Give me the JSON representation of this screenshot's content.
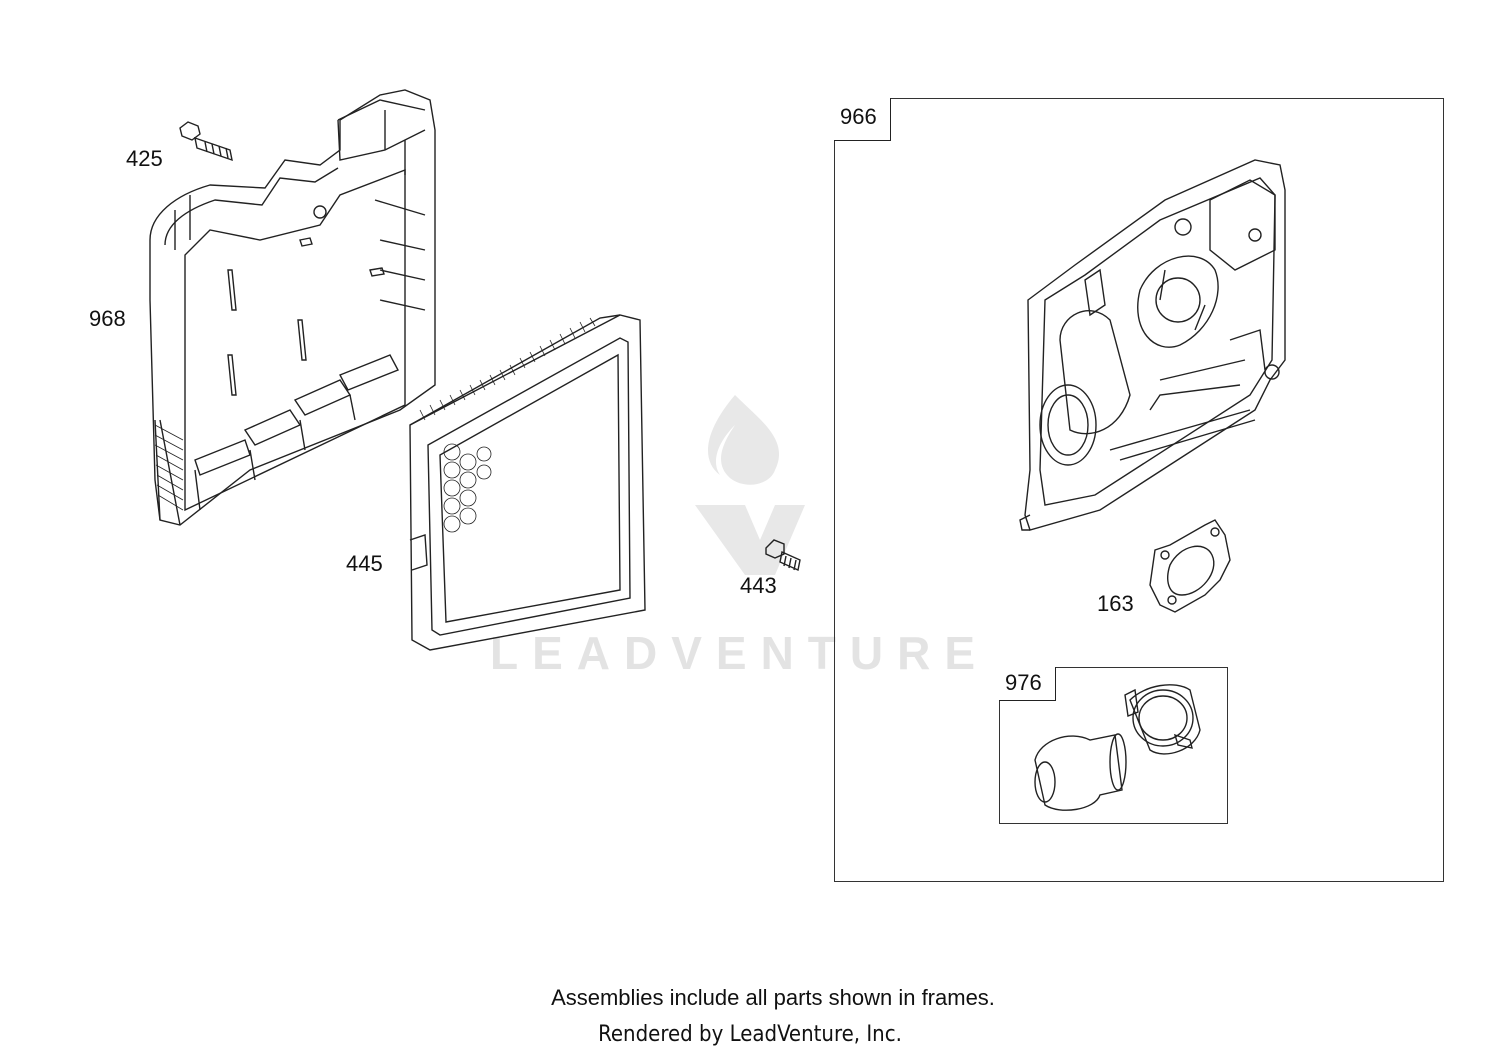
{
  "parts": {
    "p425": "425",
    "p968": "968",
    "p445": "445",
    "p443": "443",
    "p163": "163"
  },
  "frames": {
    "f966": "966",
    "f976": "976"
  },
  "watermark": "LEADVENTURE",
  "footer": {
    "note": "Assemblies include all parts shown in frames.",
    "rendered": "Rendered by LeadVenture, Inc."
  }
}
